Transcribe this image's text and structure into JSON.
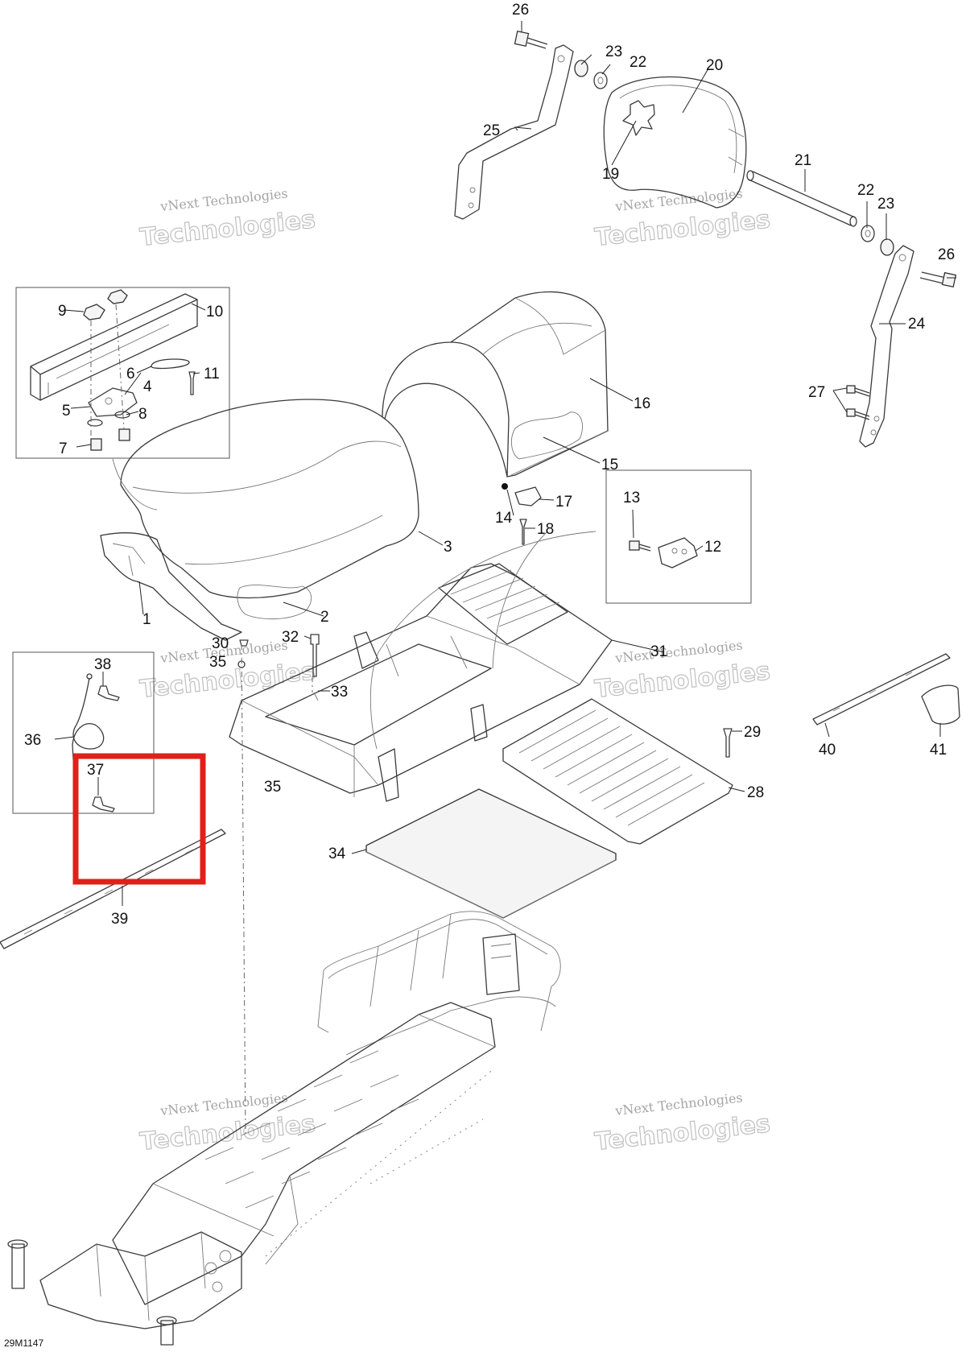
{
  "diagram_code": "29M1147",
  "watermark": {
    "line1": "vNext Technologies",
    "line2": "Technologies"
  },
  "callouts": [
    "1",
    "2",
    "3",
    "4",
    "5",
    "6",
    "7",
    "8",
    "9",
    "10",
    "11",
    "12",
    "13",
    "14",
    "15",
    "16",
    "17",
    "18",
    "19",
    "20",
    "21",
    "22",
    "23",
    "24",
    "25",
    "26",
    "27",
    "28",
    "29",
    "30",
    "31",
    "32",
    "33",
    "34",
    "35",
    "36",
    "37",
    "38",
    "39",
    "40",
    "41"
  ],
  "highlight": {
    "color": "#e0201a",
    "covers_callout": "37"
  }
}
